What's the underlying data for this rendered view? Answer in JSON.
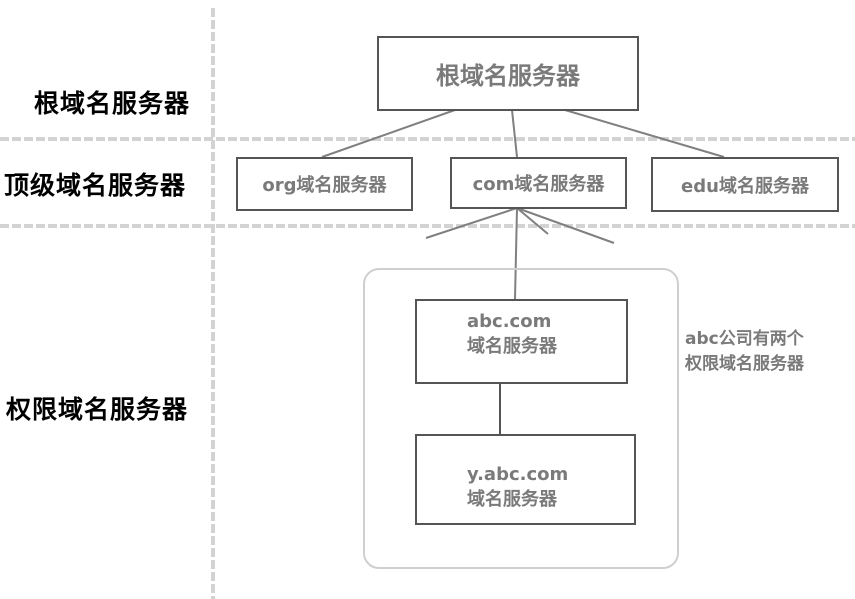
{
  "tiers": {
    "root": "根域名服务器",
    "tld": "顶级域名服务器",
    "authoritative": "权限域名服务器"
  },
  "nodes": {
    "root": "根域名服务器",
    "org": "org域名服务器",
    "com": "com域名服务器",
    "edu": "edu域名服务器",
    "abc_com": {
      "line1": "abc.com",
      "line2": "域名服务器"
    },
    "y_abc_com": {
      "line1": "y.abc.com",
      "line2": "域名服务器"
    }
  },
  "group_note": {
    "line1": "abc公司有两个",
    "line2": "权限域名服务器"
  },
  "colors": {
    "divider": "#d3d3d3",
    "box_border": "#555555",
    "group_border": "#cfcfcf",
    "connector": "#808080",
    "node_text": "#7a7a7a",
    "tier_text": "#000000"
  }
}
